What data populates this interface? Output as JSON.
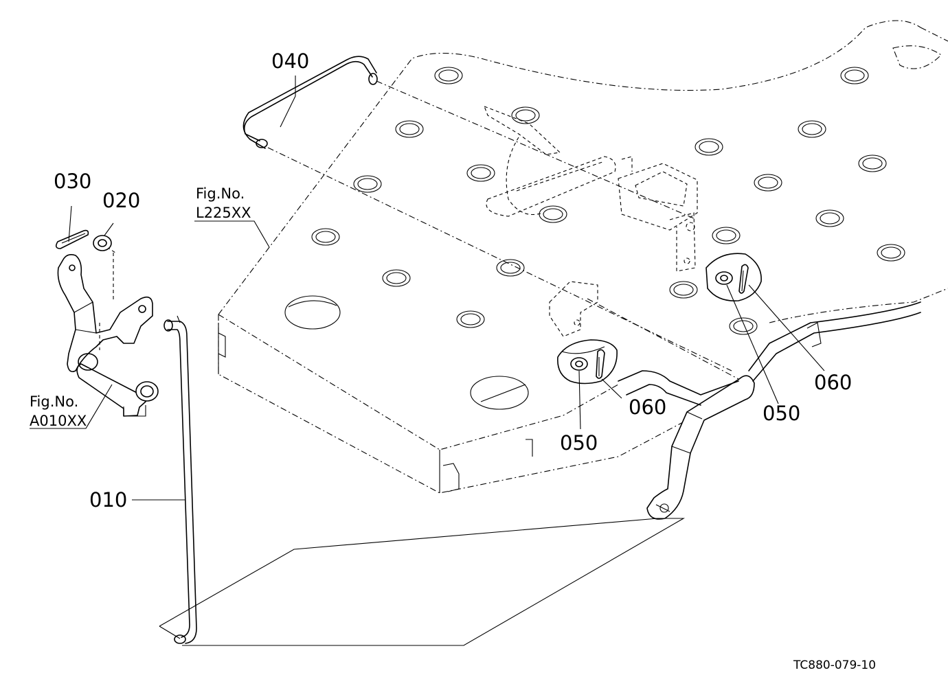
{
  "title_code": "TC880-079-10",
  "refs": {
    "fig_label_1": "Fig.No.",
    "fig_code_1": "L225XX",
    "fig_label_2": "Fig.No.",
    "fig_code_2": "A010XX"
  },
  "parts": [
    {
      "id": "p010",
      "label": "010"
    },
    {
      "id": "p020",
      "label": "020"
    },
    {
      "id": "p030",
      "label": "030"
    },
    {
      "id": "p040",
      "label": "040"
    },
    {
      "id": "p050a",
      "label": "050"
    },
    {
      "id": "p050b",
      "label": "050"
    },
    {
      "id": "p060a",
      "label": "060"
    },
    {
      "id": "p060b",
      "label": "060"
    }
  ],
  "colors": {
    "ink": "#000000",
    "paper": "#ffffff"
  }
}
